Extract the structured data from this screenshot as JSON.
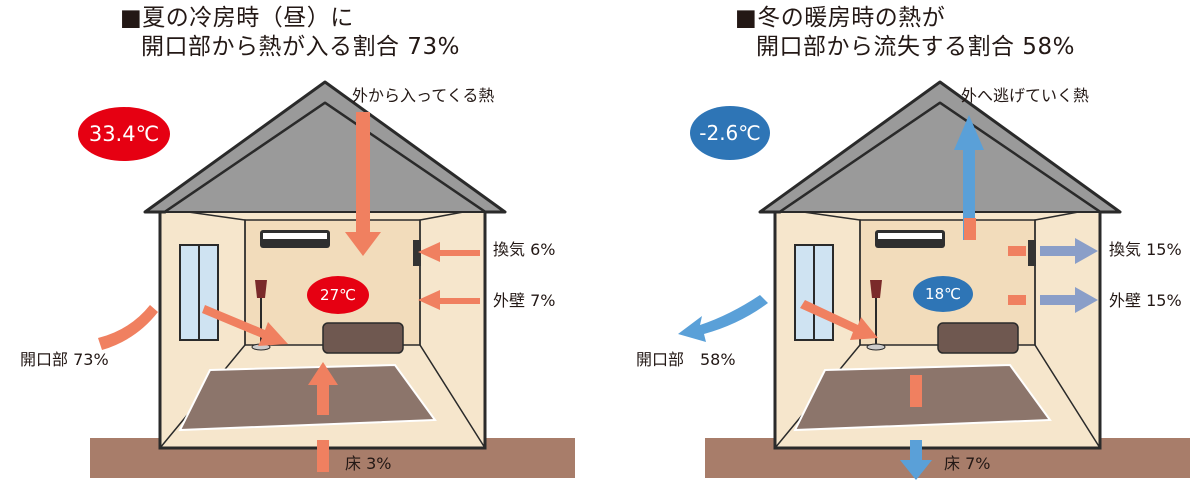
{
  "summer": {
    "title_line1": "■夏の冷房時（昼）に",
    "title_line2": "開口部から熱が入る割合 73%",
    "outside_temp": "33.4℃",
    "inside_temp": "27℃",
    "heat_flow_label": "外から入ってくる熱",
    "ventilation_label": "換気 6%",
    "wall_label": "外壁 7%",
    "opening_label": "開口部 73%",
    "floor_label": "床 3%"
  },
  "winter": {
    "title_line1": "■冬の暖房時の熱が",
    "title_line2": "開口部から流失する割合 58%",
    "outside_temp": "-2.6℃",
    "inside_temp": "18℃",
    "heat_flow_label": "外へ逃げていく熱",
    "ventilation_label": "換気 15%",
    "wall_label": "外壁 15%",
    "opening_label": "開口部　58%",
    "floor_label": "床 7%"
  },
  "colors": {
    "summer_badge": "#e60012",
    "winter_badge": "#2e75b6",
    "heat_in_arrow": "#f08060",
    "heat_out_arrow": "#5aa0d8",
    "roof": "#9a9a9a",
    "wall": "#f6e6cc",
    "ground": "#a87d6a",
    "carpet": "#8c756b"
  }
}
